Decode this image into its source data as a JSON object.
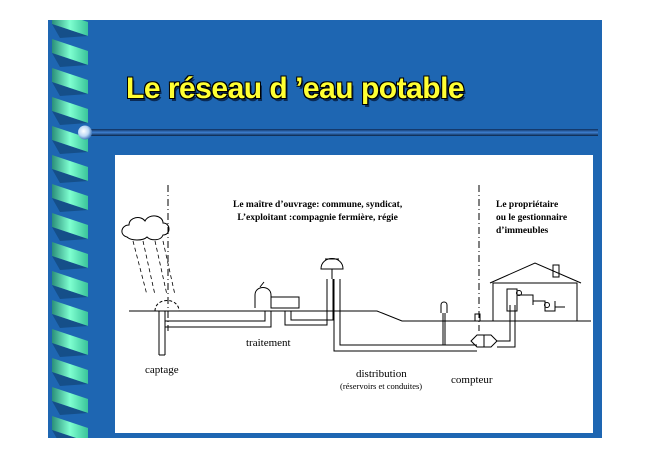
{
  "slide": {
    "title": "Le réseau d ’eau potable",
    "background_color": "#1e66b2",
    "title_color": "#ffff33"
  },
  "diagram": {
    "maitre_line1": "Le maître d’ouvrage: commune, syndicat,",
    "maitre_line2": "L’exploitant :compagnie fermière, régie",
    "proprietaire_line1": "Le  propriétaire",
    "proprietaire_line2": "ou le gestionnaire",
    "proprietaire_line3": "d’immeubles",
    "traitement": "traitement",
    "captage": "captage",
    "distribution": "distribution",
    "distribution_sub": "(réservoirs et conduites)",
    "compteur": "compteur"
  }
}
